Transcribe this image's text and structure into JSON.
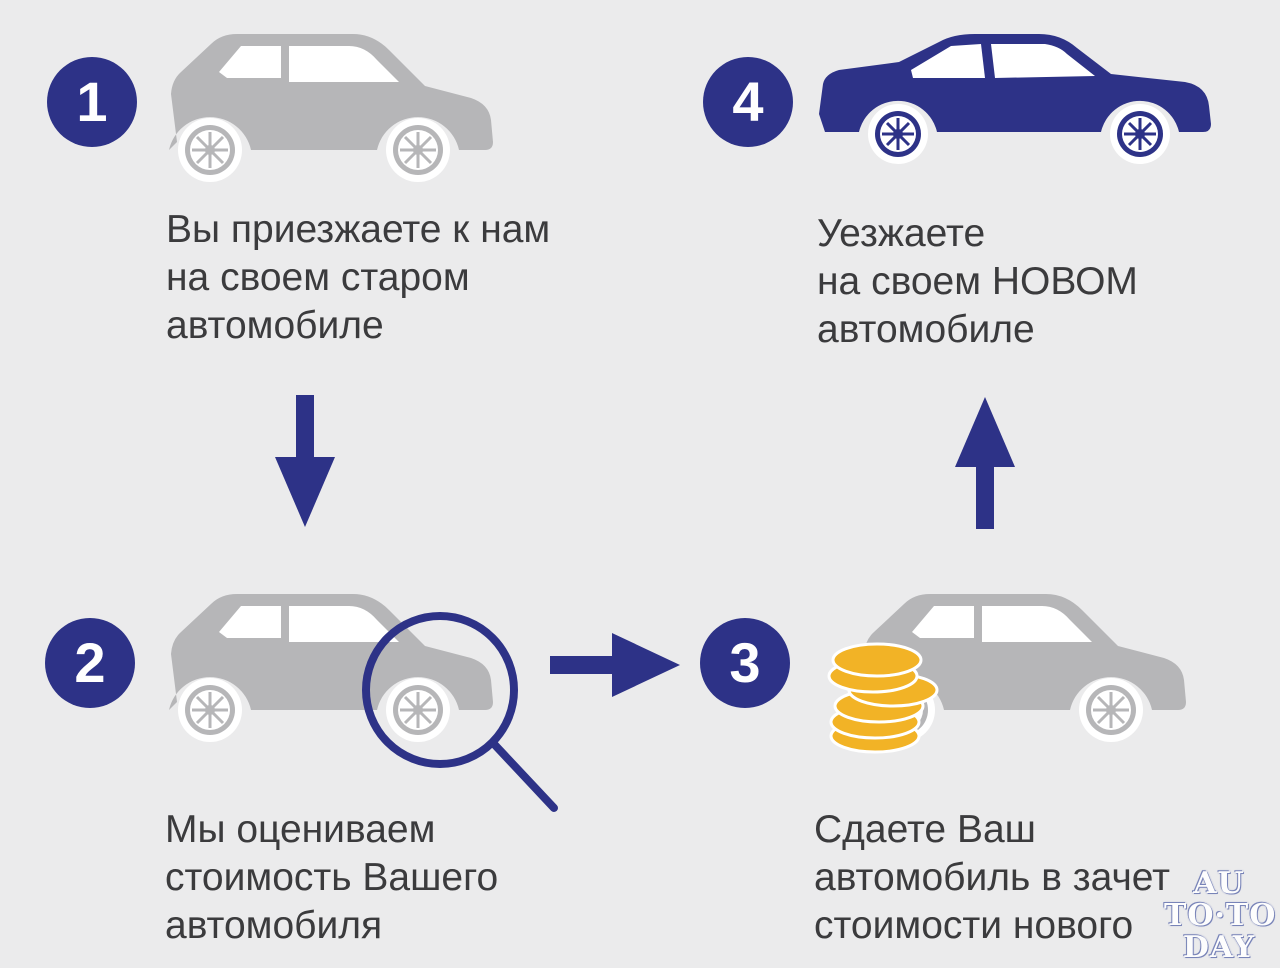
{
  "steps": [
    {
      "number": "1",
      "lines": [
        "Вы приезжаете к нам",
        "на своем старом",
        "автомобиле"
      ]
    },
    {
      "number": "2",
      "lines": [
        "Мы оцениваем",
        "стоимость Вашего",
        "автомобиля"
      ]
    },
    {
      "number": "3",
      "lines": [
        "Сдаете Ваш",
        "автомобиль в зачет",
        "стоимости нового"
      ]
    },
    {
      "number": "4",
      "lines": [
        "Уезжаете",
        "на своем НОВОМ",
        "автомобиле"
      ]
    }
  ],
  "colors": {
    "accent": "#2d3287",
    "old_car": "#b6b6b8",
    "coins": "#f2b326",
    "text": "#3b3b3d",
    "background": "#ebebec"
  },
  "watermark": {
    "lines": [
      "AU",
      "TO·TO",
      "DAY"
    ]
  },
  "icons": [
    "hatchback-car-icon",
    "magnifier-icon",
    "coins-icon",
    "sedan-car-icon",
    "arrow-down-icon",
    "arrow-right-icon",
    "arrow-up-icon"
  ]
}
